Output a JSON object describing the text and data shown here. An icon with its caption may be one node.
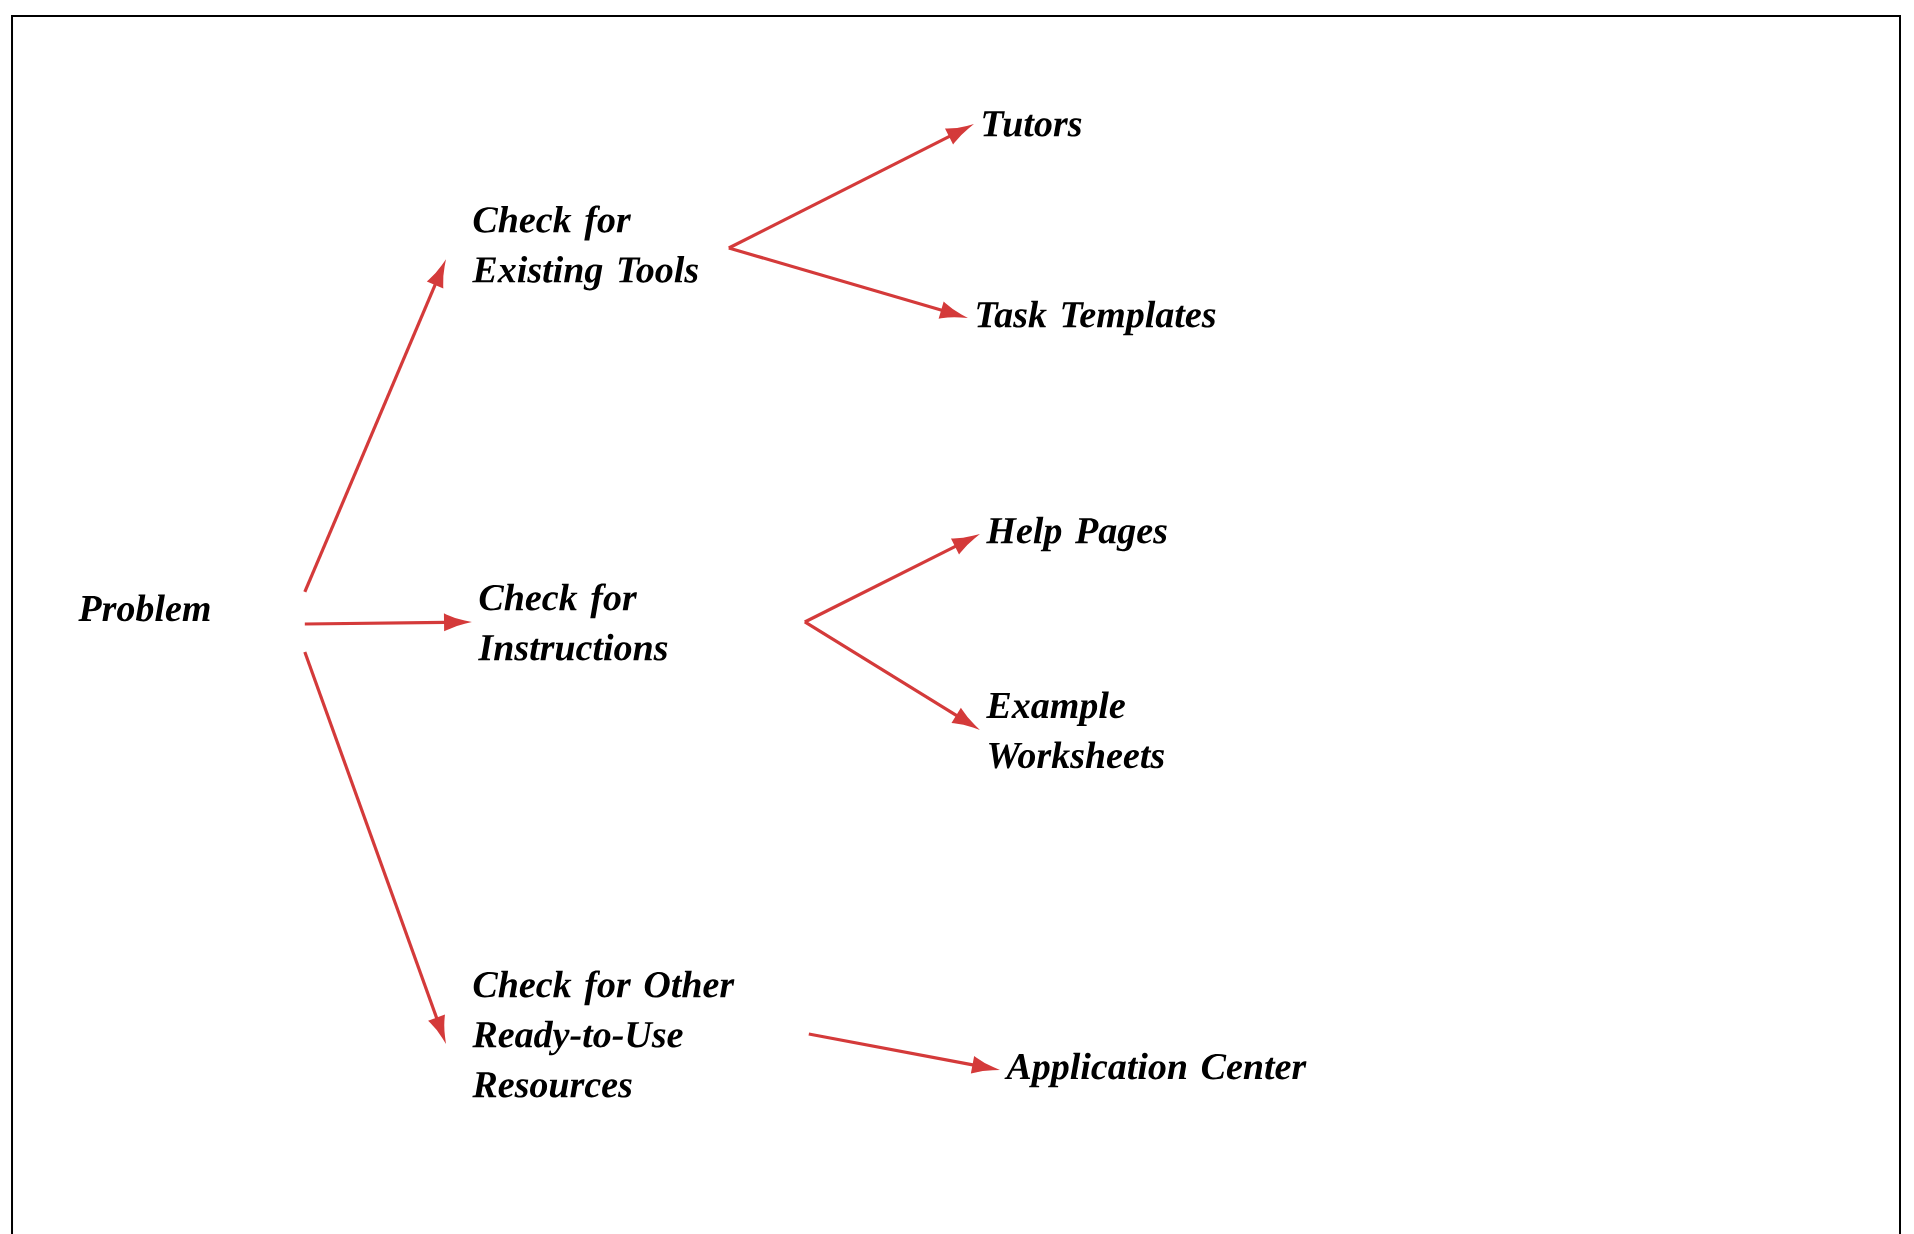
{
  "diagram": {
    "nodes": [
      {
        "text": [
          "Problem"
        ]
      },
      {
        "text": [
          "Check for Existing Tools"
        ]
      },
      {
        "text": [
          "Check for Instructions"
        ]
      },
      {
        "text": [
          "Check for Other Ready-to-Use Resources"
        ]
      },
      {
        "text": [
          "Tutors"
        ]
      },
      {
        "text": [
          "Task Templates"
        ]
      },
      {
        "text": [
          "Help Pages"
        ]
      },
      {
        "text": [
          "Example Worksheets"
        ]
      },
      {
        "text": [
          "Application Center"
        ]
      }
    ],
    "edges": [
      {
        "from": 0,
        "to": 1,
        "arrow": "to"
      },
      {
        "from": 0,
        "to": 2,
        "arrow": "to"
      },
      {
        "from": 0,
        "to": 3,
        "arrow": "to"
      },
      {
        "from": 1,
        "to": 4,
        "arrow": "to"
      },
      {
        "from": 1,
        "to": 5,
        "arrow": "to"
      },
      {
        "from": 2,
        "to": 6,
        "arrow": "to"
      },
      {
        "from": 2,
        "to": 7,
        "arrow": "to"
      },
      {
        "from": 3,
        "to": 8,
        "arrow": "to"
      }
    ]
  }
}
